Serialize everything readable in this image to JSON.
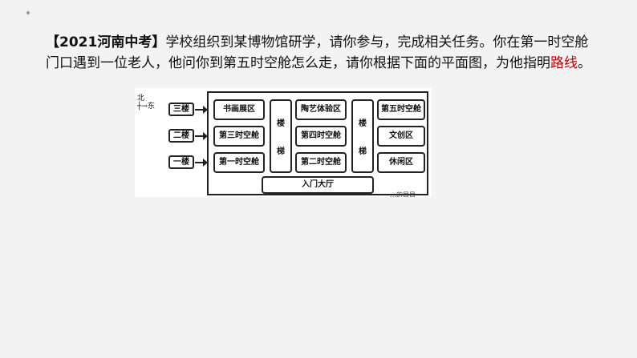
{
  "question": {
    "source_tag": "【2021河南中考】",
    "text_before": "学校组织到某博物馆研学，请你参与，完成相关任务。你在第一时空舱门口遇到一位老人，他问你到第五时空舱怎么走，请你根据下面的平面图，为他指明",
    "highlight": "路线",
    "text_after": "。"
  },
  "floor_plan": {
    "compass": {
      "north": "北",
      "east": "东"
    },
    "floors": [
      "三楼",
      "二楼",
      "一楼"
    ],
    "left_rooms": [
      "书画展区",
      "第三时空舱",
      "第一时空舱"
    ],
    "middle_rooms": [
      "陶艺体验区",
      "第四时空舱",
      "第二时空舱"
    ],
    "right_rooms": [
      "第五时空舱",
      "文创区",
      "休闲区"
    ],
    "stairs_left": [
      "楼",
      "梯"
    ],
    "stairs_right": [
      "楼",
      "梯"
    ],
    "hall": "入门大厅",
    "footer_fragment": "…的目目"
  }
}
